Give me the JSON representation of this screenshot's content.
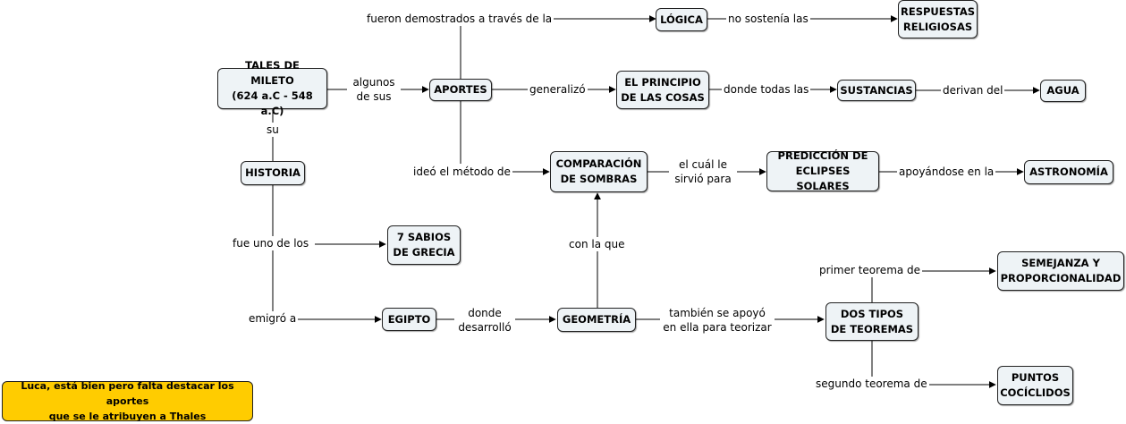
{
  "concepts": {
    "tales": "TALES DE MILETO\n(624 a.C - 548 a.C)",
    "aportes": "APORTES",
    "logica": "LÓGICA",
    "respuestas": "RESPUESTAS\nRELIGIOSAS",
    "principio": "EL PRINCIPIO\nDE LAS COSAS",
    "sustancias": "SUSTANCIAS",
    "agua": "AGUA",
    "historia": "HISTORIA",
    "comparacion": "COMPARACIÓN\nDE SOMBRAS",
    "prediccion": "PREDICCIÓN DE\nECLIPSES SOLARES",
    "astronomia": "ASTRONOMÍA",
    "sabios": "7 SABIOS\nDE GRECIA",
    "egipto": "EGIPTO",
    "geometria": "GEOMETRÍA",
    "dos_tipos": "DOS TIPOS\nDE TEOREMAS",
    "semejanza": "SEMEJANZA Y\nPROPORCIONALIDAD",
    "puntos": "PUNTOS\nCOCÍCLIDOS"
  },
  "links": {
    "algunos": "algunos\nde sus",
    "fueron": "fueron demostrados a través de la",
    "no_sostenia": "no sostenía las",
    "generalizo": "generalizó",
    "donde_todas": "donde todas las",
    "derivan": "derivan del",
    "su": "su",
    "ideo": "ideó el método de",
    "el_cual": "el cuál le\nsirvió para",
    "apoyandose": "apoyándose en la",
    "fue_uno": "fue uno de los",
    "emigro": "emigró a",
    "donde_desarrollo": "donde\ndesarrolló",
    "con_la_que": "con la que",
    "tambien": "también se apoyó\nen ella para teorizar",
    "primer": "primer teorema de",
    "segundo": "segundo teorema de"
  },
  "note": "Luca, está bien pero falta destacar los aportes\nque se le atribuyen a Thales",
  "colors": {
    "note": "#ffcc00",
    "node": "#eef3f6",
    "line": "#000000"
  }
}
